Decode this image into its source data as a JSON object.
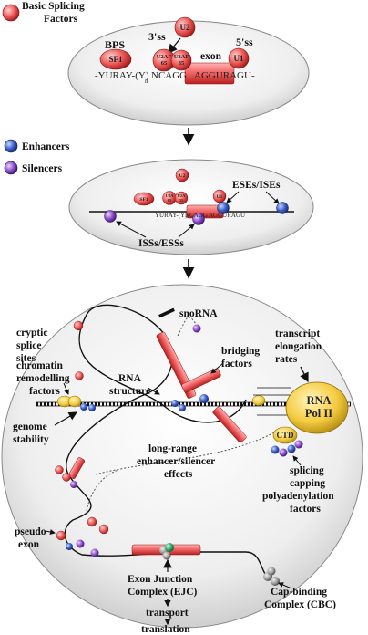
{
  "legend": {
    "basic_splicing_factors": [
      "Basic Splicing",
      "Factors"
    ],
    "enhancers": "Enhancers",
    "silencers": "Silencers"
  },
  "panel1": {
    "bps": "BPS",
    "ss3": "3'ss",
    "ss5": "5'ss",
    "exon": "exon",
    "sf1": "SF1",
    "u2": "U2",
    "u2af65": [
      "U2AF",
      "65"
    ],
    "u2af35": [
      "U2AF",
      "35"
    ],
    "u1": "U1",
    "seq_left": "-YURAY-(Y)",
    "seq_sub": "n",
    "seq_mid": "NCAGG",
    "seq_right": "AGGURAGU-"
  },
  "panel2": {
    "ese_ise": "ESEs/ISEs",
    "iss_ess": "ISSs/ESSs",
    "sf1": "SF1",
    "u2": "U2",
    "u2af65": [
      "U2A",
      "65"
    ],
    "u2af35": [
      "U2A",
      "35"
    ],
    "u1": "U1",
    "seq_left": "YURAY-(Y)",
    "seq_mid": "NCAGG",
    "seq_right": "AGGURAGU"
  },
  "panel3": {
    "cryptic": [
      "cryptic",
      "splice",
      "sites"
    ],
    "snorna": "snoRNA",
    "transcript": [
      "transcript",
      "elongation",
      "rates"
    ],
    "bridging": [
      "bridging",
      "factors"
    ],
    "chromatin": [
      "chromatin",
      "remodelling",
      "factors"
    ],
    "rna_structure": [
      "RNA",
      "structure"
    ],
    "rna_pol": [
      "RNA",
      "Pol II"
    ],
    "ctd": "CTD",
    "genome": [
      "genome",
      "stability"
    ],
    "long_range": [
      "long-range",
      "enhancer/silencer",
      "effects"
    ],
    "splicing_factors": [
      "splicing",
      "capping",
      "polyadenylation",
      "factors"
    ],
    "pseudo": [
      "pseudo",
      "exon"
    ],
    "ejc": [
      "Exon Junction",
      "Complex (EJC)"
    ],
    "cbc": [
      "Cap-binding",
      "Complex (CBC)"
    ],
    "transport": "transport",
    "translation": "translation"
  }
}
